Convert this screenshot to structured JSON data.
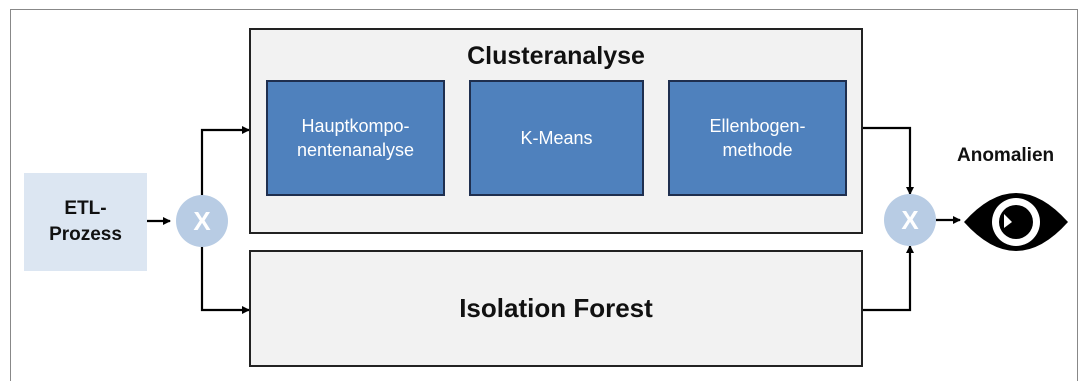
{
  "diagram": {
    "etl_label": "ETL-\nProzess",
    "cluster_title": "Clusteranalyse",
    "steps": [
      {
        "label": "Hauptkompo-\nnentenanalyse"
      },
      {
        "label": "K-Means"
      },
      {
        "label": "Ellenbogen-\nmethode"
      }
    ],
    "isolation_label": "Isolation Forest",
    "gate_left": "X",
    "gate_right": "X",
    "output_label": "Anomalien",
    "eye_icon": "eye-icon"
  },
  "colors": {
    "step_fill": "#4f81bd",
    "etl_fill": "#dce6f2",
    "gate_fill": "#b8cce4",
    "container_fill": "#f2f2f2"
  }
}
